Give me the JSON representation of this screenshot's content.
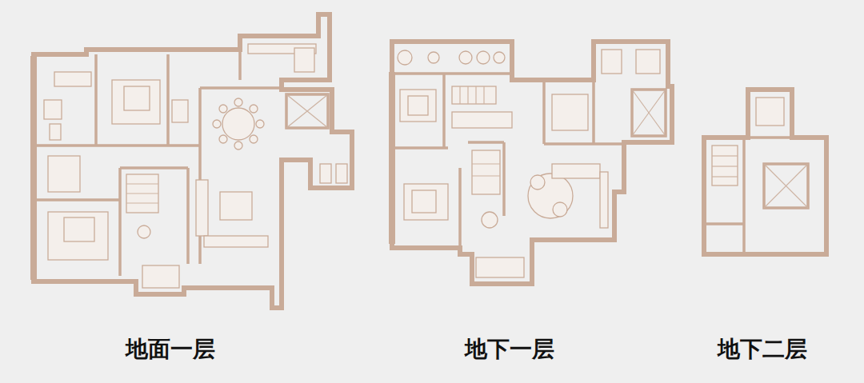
{
  "diagram": {
    "labels": [
      "地面一层",
      "地下一层",
      "地下二层"
    ]
  }
}
